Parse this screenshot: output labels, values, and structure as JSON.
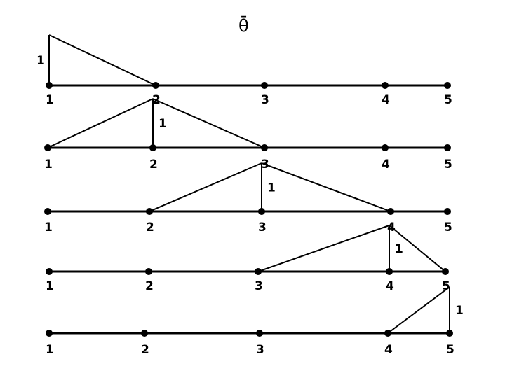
{
  "title": "θ̄",
  "rows": [
    {
      "node_labels": [
        "1",
        "2",
        "3",
        "4",
        "5"
      ],
      "peak_node": 1,
      "height_label": "1"
    },
    {
      "node_labels": [
        "1",
        "2",
        "3",
        "4",
        "5"
      ],
      "peak_node": 2,
      "height_label": "1"
    },
    {
      "node_labels": [
        "1",
        "2",
        "3",
        "4",
        "5"
      ],
      "peak_node": 3,
      "height_label": "1"
    },
    {
      "node_labels": [
        "1",
        "2",
        "3",
        "4",
        "5"
      ],
      "peak_node": 4,
      "height_label": "1"
    },
    {
      "node_labels": [
        "1",
        "2",
        "3",
        "4",
        "5"
      ],
      "peak_node": 5,
      "height_label": "1"
    }
  ]
}
